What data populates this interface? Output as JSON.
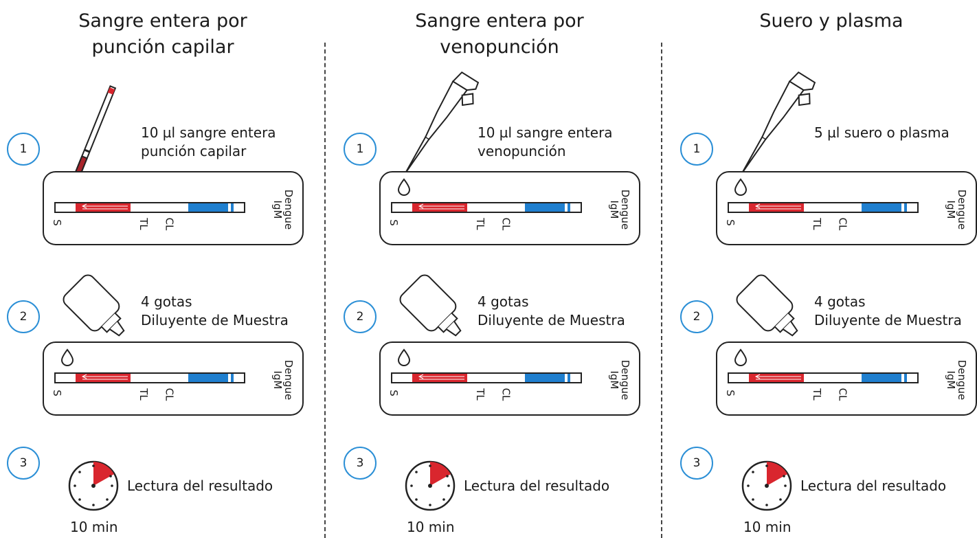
{
  "columns": [
    {
      "title_line1": "Sangre entera por",
      "title_line2": "punción capilar",
      "step1_line1": "10 µl sangre entera",
      "step1_line2": "punción capilar",
      "step2_line1": "4 gotas",
      "step2_line2": "Diluyente de Muestra",
      "step3_text": "Lectura del resultado",
      "step3_time": "10 min",
      "step1_tool": "capillary-tube"
    },
    {
      "title_line1": "Sangre entera por",
      "title_line2": "venopunción",
      "step1_line1": "10 µl sangre entera",
      "step1_line2": "venopunción",
      "step2_line1": "4 gotas",
      "step2_line2": "Diluyente de Muestra",
      "step3_text": "Lectura del resultado",
      "step3_time": "10 min",
      "step1_tool": "pipette"
    },
    {
      "title_line1": "Suero y plasma",
      "title_line2": "",
      "step1_line1": "5 µl suero o plasma",
      "step1_line2": "",
      "step2_line1": "4 gotas",
      "step2_line2": "Diluyente de Muestra",
      "step3_text": "Lectura del resultado",
      "step3_time": "10 min",
      "step1_tool": "pipette"
    }
  ],
  "step_numbers": [
    "1",
    "2",
    "3"
  ],
  "cassette": {
    "label_line1": "Dengue",
    "label_line2": "IgM",
    "sample_label": "S",
    "test_line_label": "TL",
    "control_line_label": "CL"
  },
  "colors": {
    "step_circle": "#2b8fd6",
    "conjugate_pad": "#d9262e",
    "absorbent_pad": "#1f7fcf",
    "timer_sector": "#d9262e",
    "capillary_blood": "#a8242b"
  }
}
